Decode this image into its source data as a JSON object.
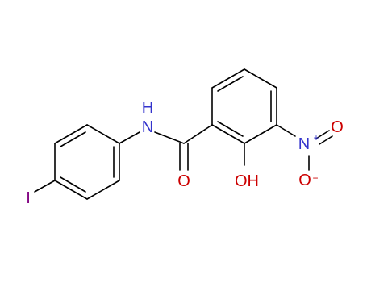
{
  "colors": {
    "bond": "#000000",
    "nitrogen": "#3333cc",
    "oxygen": "#cc0000",
    "iodine": "#800080"
  },
  "labels": {
    "amide_nh": "N",
    "amide_h": "H",
    "carbonyl_o": "O",
    "hydroxyl": "OH",
    "nitro_n": "N",
    "nitro_n_charge": "+",
    "nitro_o_top": "O",
    "nitro_o_bottom": "O",
    "nitro_o_charge": "−",
    "iodine": "I"
  }
}
